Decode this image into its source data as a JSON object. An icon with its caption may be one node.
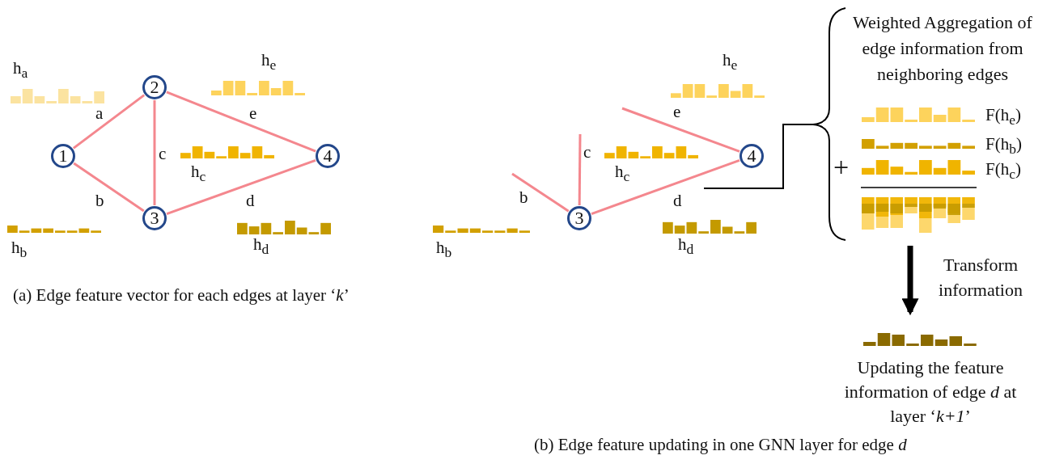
{
  "diagram": {
    "nodes": [
      {
        "text": [
          "1"
        ]
      },
      {
        "text": [
          "2"
        ]
      },
      {
        "text": [
          "3"
        ]
      },
      {
        "text": [
          "4"
        ]
      },
      {
        "text": [
          "3"
        ]
      },
      {
        "text": [
          "4"
        ]
      },
      {
        "text": [],
        "shape": "picture"
      },
      {
        "text": [],
        "shape": "picture",
        "beside": [
          "Updating the feature information of edge *d* at layer ‘*k+1*’"
        ]
      }
    ],
    "edges": [
      {
        "from": 0,
        "to": 1,
        "arrow": "none",
        "label": "a"
      },
      {
        "from": 0,
        "to": 2,
        "arrow": "none",
        "label": "b"
      },
      {
        "from": 1,
        "to": 2,
        "arrow": "none",
        "label": "c"
      },
      {
        "from": 2,
        "to": 3,
        "arrow": "none",
        "label": "d"
      },
      {
        "from": 1,
        "to": 3,
        "arrow": "none",
        "label": "e"
      },
      {
        "from": null,
        "to": 4,
        "arrow": "none",
        "label": "b"
      },
      {
        "from": null,
        "to": 4,
        "arrow": "none",
        "label": "c"
      },
      {
        "from": 4,
        "to": 5,
        "arrow": "none",
        "label": "d"
      },
      {
        "from": null,
        "to": 5,
        "arrow": "none",
        "label": "e"
      },
      {
        "from": 6,
        "to": 7,
        "arrow": "to",
        "label": "Transform information",
        "style": "thick",
        "color": "#000000"
      }
    ],
    "labels": [
      "h$_{a}$",
      "h$_{e}$",
      "h$_{c}$",
      "h$_{b}$",
      "h$_{d}$",
      "(a)  Edge feature vector for each edges at layer ‘*k*’",
      "h$_{e}$",
      "h$_{c}$",
      "h$_{b}$",
      "h$_{d}$",
      "Weighted Aggregation of edge information from neighboring edges",
      "F(h$_{e}$)",
      "F(h$_{b}$)",
      "F(h$_{c}$)",
      "+",
      "(b) Edge feature updating in one GNN layer for edge *d*"
    ]
  }
}
